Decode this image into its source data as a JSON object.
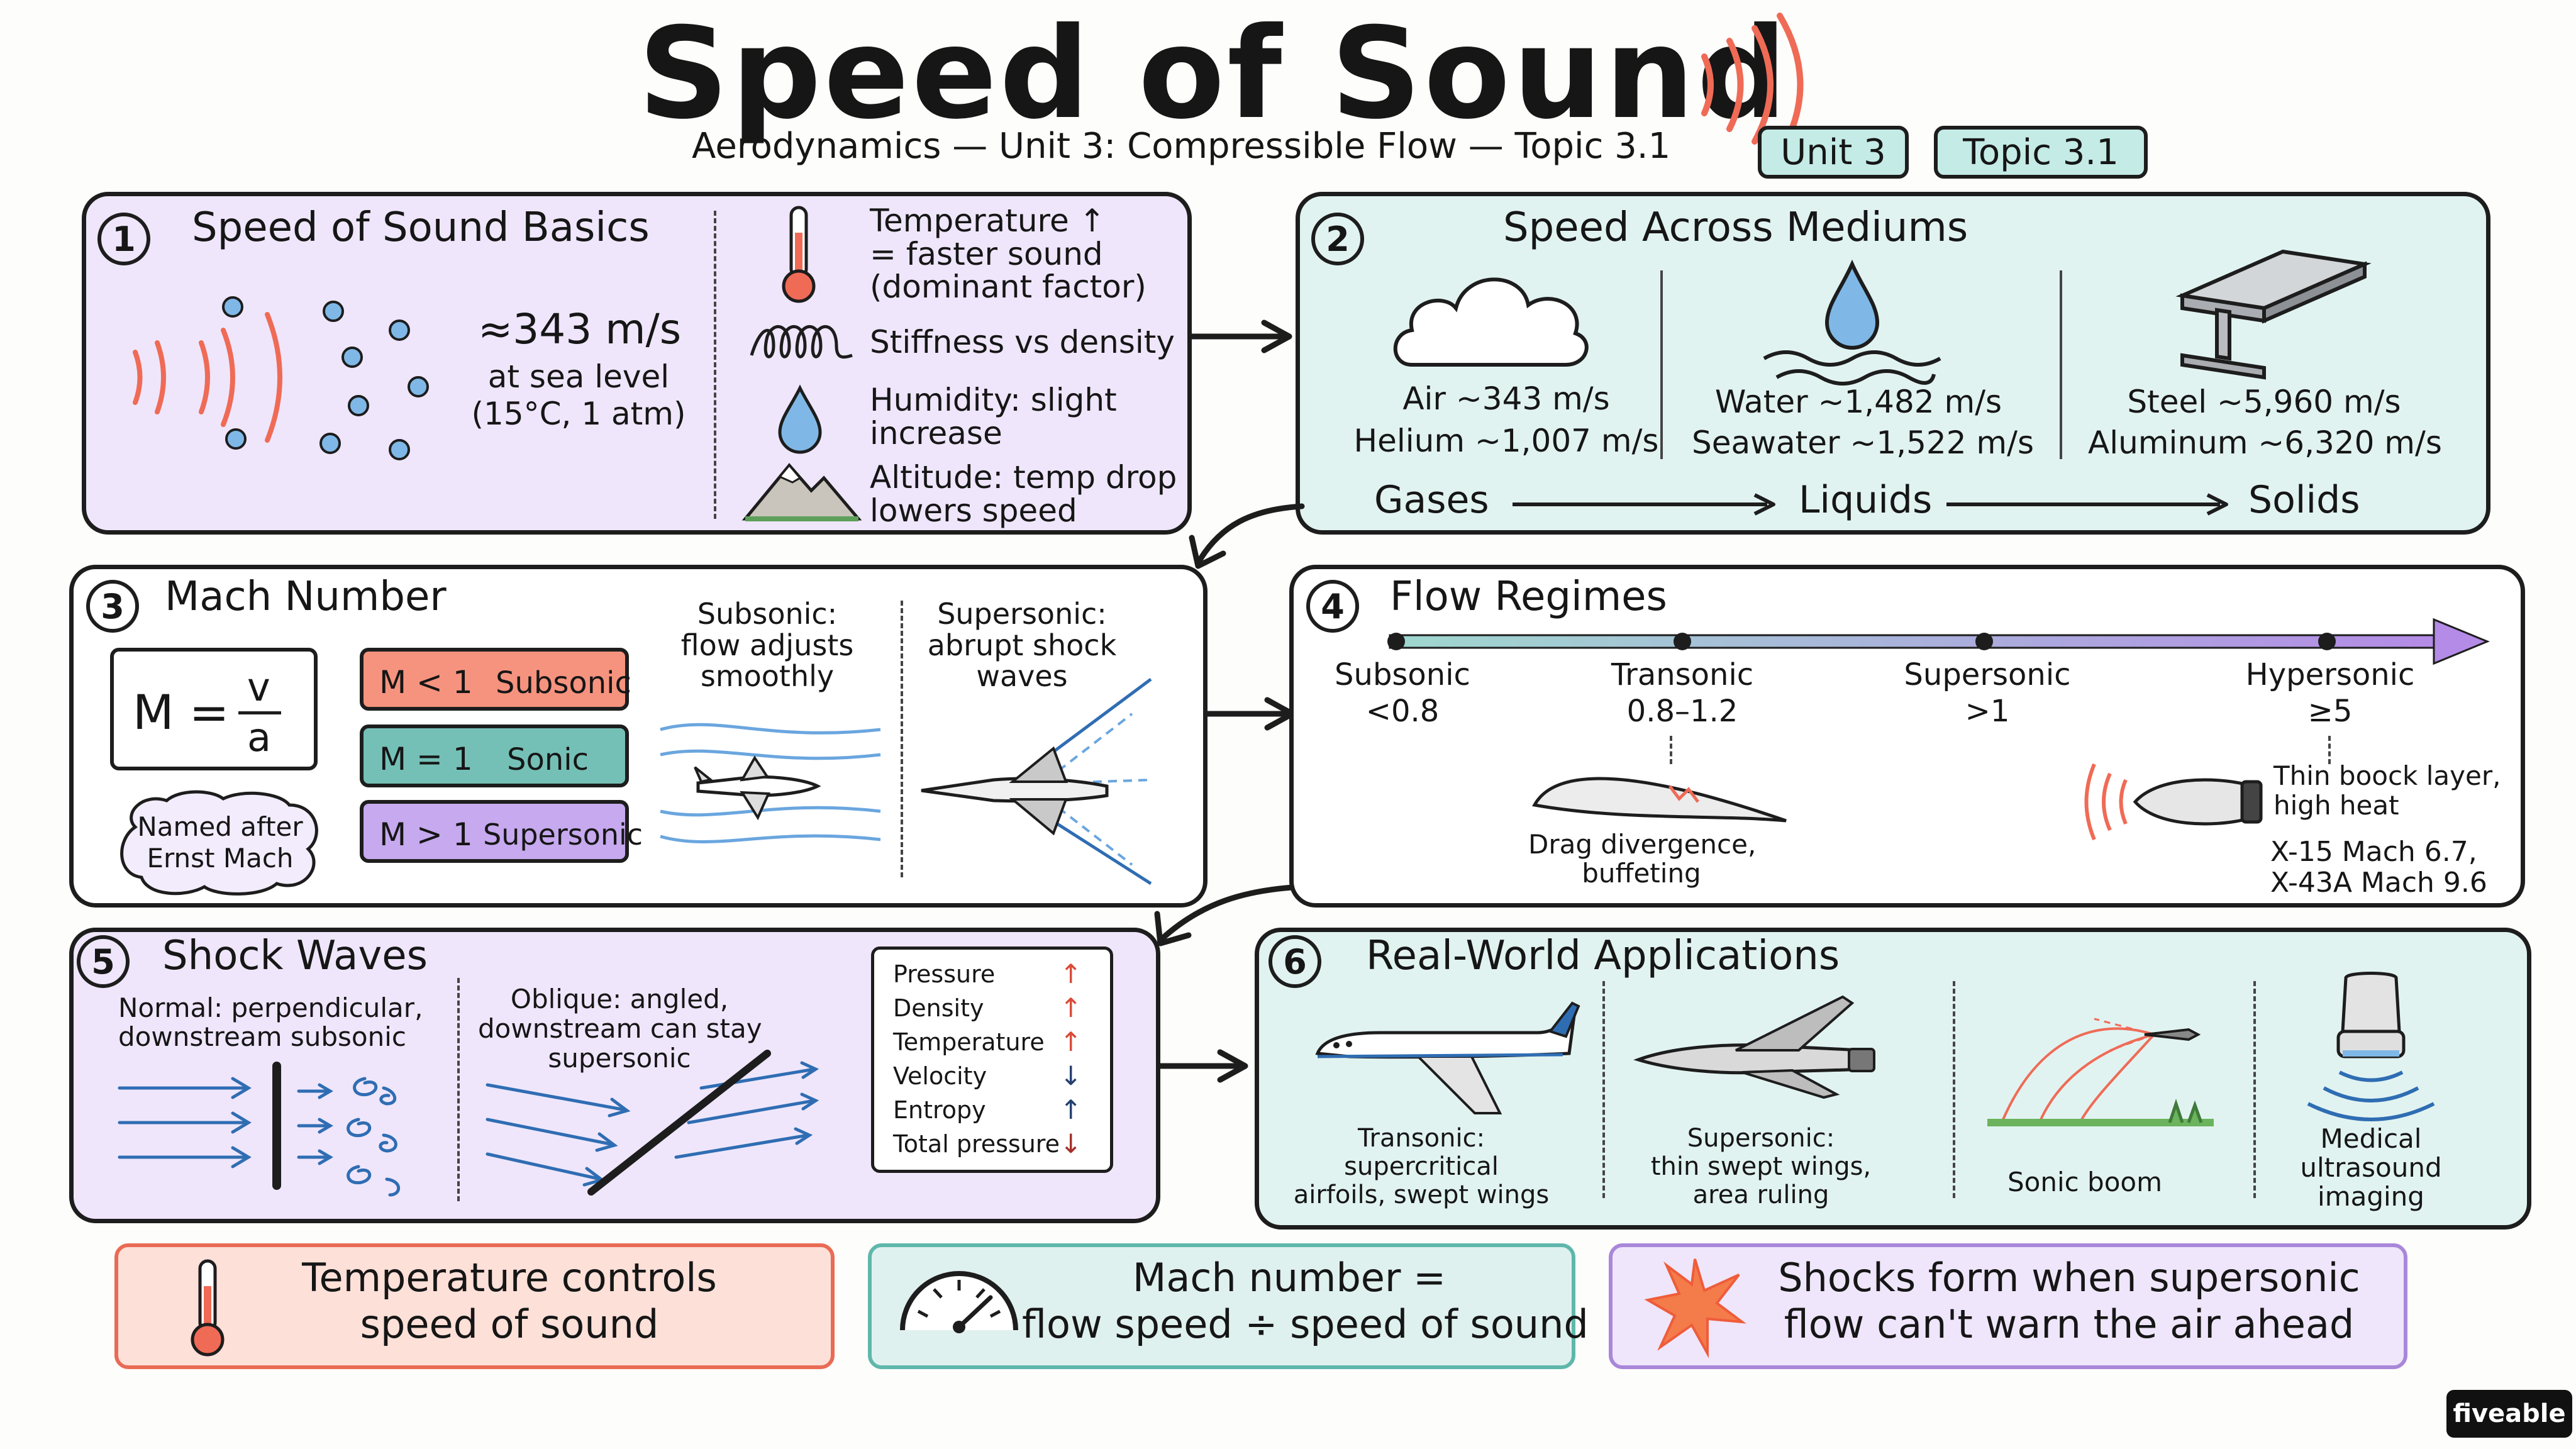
{
  "header": {
    "title": "Speed of Sound",
    "subtitle": "Aerodynamics — Unit 3: Compressible Flow — Topic 3.1",
    "tags": [
      "Unit 3",
      "Topic 3.1"
    ]
  },
  "panels": {
    "basics": {
      "number": "1",
      "title": "Speed of Sound Basics",
      "value": "≈343 m/s",
      "value_note": "at sea level\n(15°C, 1 atm)",
      "factors": [
        "Temperature ↑\n= faster sound\n(dominant factor)",
        "Stiffness vs density",
        "Humidity: slight\nincrease",
        "Altitude: temp drop\nlowers speed"
      ]
    },
    "mediums": {
      "number": "2",
      "title": "Speed Across Mediums",
      "groups": [
        {
          "line1": "Air  ~343 m/s",
          "line2": "Helium ~1,007 m/s",
          "label": "Gases"
        },
        {
          "line1": "Water ~1,482 m/s",
          "line2": "Seawater ~1,522 m/s",
          "label": "Liquids"
        },
        {
          "line1": "Steel ~5,960 m/s",
          "line2": "Aluminum ~6,320 m/s",
          "label": "Solids"
        }
      ]
    },
    "mach": {
      "number": "3",
      "title": "Mach Number",
      "formula_lhs": "M =",
      "formula_num": "v",
      "formula_den": "a",
      "named_after": "Named after\nErnst Mach",
      "ranges": [
        {
          "cond": "M < 1",
          "name": "Subsonic",
          "color": "#f6937e"
        },
        {
          "cond": "M = 1",
          "name": "Sonic",
          "color": "#75c0b6"
        },
        {
          "cond": "M > 1",
          "name": "Supersonic",
          "color": "#c6a9ee"
        }
      ],
      "subsonic_caption": "Subsonic:\nflow adjusts\nsmoothly",
      "supersonic_caption": "Supersonic:\nabrupt shock\nwaves"
    },
    "regimes": {
      "number": "4",
      "title": "Flow Regimes",
      "stops": [
        {
          "name": "Subsonic",
          "range": "<0.8"
        },
        {
          "name": "Transonic",
          "range": "0.8–1.2"
        },
        {
          "name": "Supersonic",
          "range": ">1"
        },
        {
          "name": "Hypersonic",
          "range": "≥5"
        }
      ],
      "transonic_note": "Drag divergence,\nbuffeting",
      "hypersonic_note": "Thin boock layer,\nhigh heat",
      "examples": "X-15 Mach 6.7,\nX-43A Mach 9.6"
    },
    "shock": {
      "number": "5",
      "title": "Shock Waves",
      "normal": "Normal: perpendicular,\ndownstream subsonic",
      "oblique": "Oblique: angled,\ndownstream can stay\nsupersonic",
      "properties": [
        {
          "name": "Pressure",
          "arrow": "↑",
          "color": "#d94b38"
        },
        {
          "name": "Density",
          "arrow": "↑",
          "color": "#d94b38"
        },
        {
          "name": "Temperature",
          "arrow": "↑",
          "color": "#d94b38"
        },
        {
          "name": "Velocity",
          "arrow": "↓",
          "color": "#24406e"
        },
        {
          "name": "Entropy",
          "arrow": "↑",
          "color": "#24406e"
        },
        {
          "name": "Total pressure",
          "arrow": "↓",
          "color": "#a3302a"
        }
      ]
    },
    "apps": {
      "number": "6",
      "title": "Real-World Applications",
      "items": [
        "Transonic:\nsupercritical\nairfoils, swept wings",
        "Supersonic:\nthin swept wings,\narea ruling",
        "Sonic boom",
        "Medical\nultrasound\nimaging"
      ]
    }
  },
  "takeaways": [
    "Temperature controls\nspeed of sound",
    "Mach number =\nflow speed ÷ speed of sound",
    "Shocks form when supersonic\nflow can't warn the air ahead"
  ],
  "brand": "fiveable",
  "colors": {
    "purple_panel": "#efe6fb",
    "teal_panel": "#e1f3f1",
    "accent_red": "#ef6b56",
    "accent_blue": "#2f6db3"
  }
}
